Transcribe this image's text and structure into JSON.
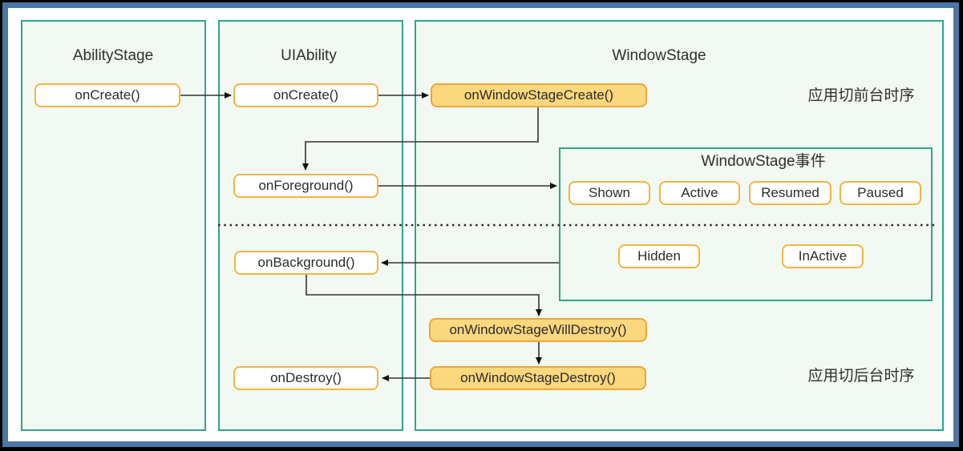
{
  "diagram": {
    "columns": {
      "ability_stage": {
        "title": "AbilityStage",
        "on_create": "onCreate()"
      },
      "ui_ability": {
        "title": "UIAbility",
        "on_create": "onCreate()",
        "on_foreground": "onForeground()",
        "on_background": "onBackground()",
        "on_destroy": "onDestroy()"
      },
      "window_stage": {
        "title": "WindowStage",
        "on_window_stage_create": "onWindowStageCreate()",
        "on_window_stage_will_destroy": "onWindowStageWillDestroy()",
        "on_window_stage_destroy": "onWindowStageDestroy()",
        "events": {
          "title": "WindowStage事件",
          "foreground_events": [
            "Shown",
            "Active",
            "Resumed",
            "Paused"
          ],
          "background_events": [
            "Hidden",
            "InActive"
          ]
        }
      }
    },
    "annotations": {
      "foreground_sequence": "应用切前台时序",
      "background_sequence": "应用切后台时序"
    },
    "colors": {
      "panel_border_teal": "#2aa78e",
      "panel_fill_green": "#f2f8f2",
      "highlight_box_fill": "#fbd77e",
      "highlight_box_border": "#eca63a",
      "plain_box_border": "#f2b53f",
      "plain_box_fill": "#ffffff",
      "frame_border_blue": "#4a77a5",
      "arrow_stroke": "#333333"
    }
  }
}
